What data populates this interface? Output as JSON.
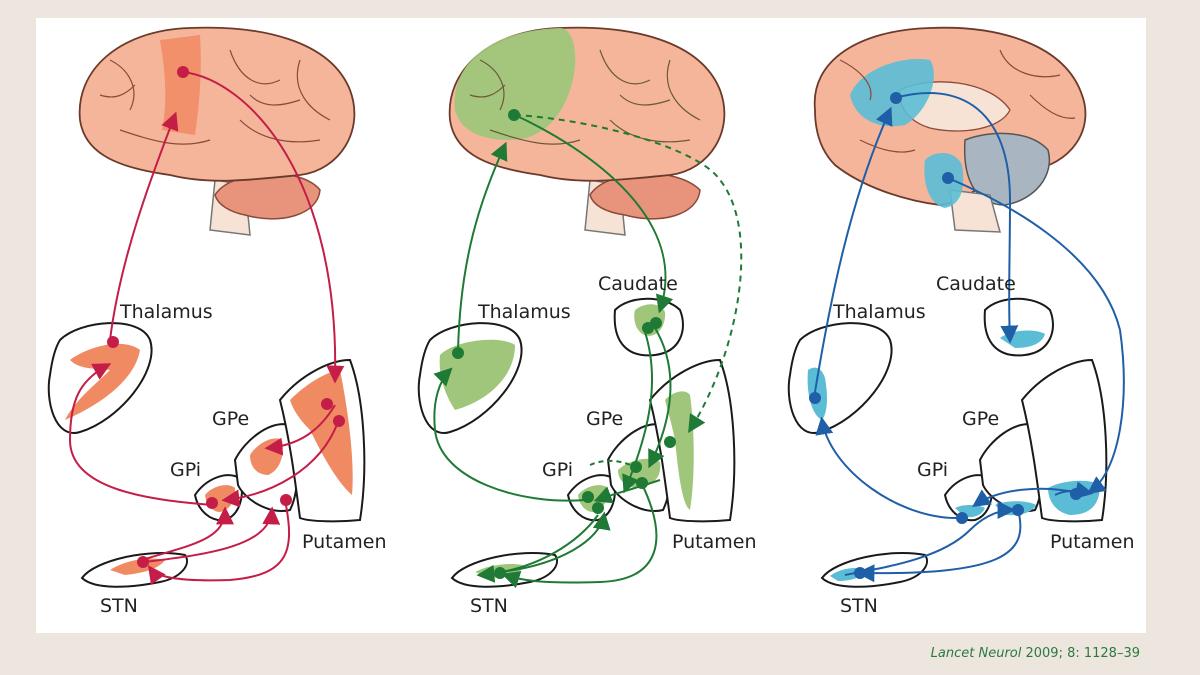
{
  "colors": {
    "background": "#ece6df",
    "panel": "#ffffff",
    "brain": "#f4b59b",
    "motor": "#e0224d",
    "motor_fill": "#f08a63",
    "associative": "#2a8a3e",
    "associative_fill": "#9fc67a",
    "limbic": "#2a6fb5",
    "limbic_fill": "#5bbcd6",
    "outline": "#1a1a1a"
  },
  "panels": [
    {
      "circuit": "motor",
      "labels": {
        "thalamus": "Thalamus",
        "gpe": "GPe",
        "gpi": "GPi",
        "putamen": "Putamen",
        "stn": "STN"
      }
    },
    {
      "circuit": "associative",
      "labels": {
        "caudate": "Caudate",
        "thalamus": "Thalamus",
        "gpe": "GPe",
        "gpi": "GPi",
        "putamen": "Putamen",
        "stn": "STN"
      }
    },
    {
      "circuit": "limbic",
      "labels": {
        "caudate": "Caudate",
        "thalamus": "Thalamus",
        "gpe": "GPe",
        "gpi": "GPi",
        "putamen": "Putamen",
        "stn": "STN"
      }
    }
  ],
  "citation": {
    "journal": "Lancet Neurol",
    "details": " 2009; 8: 1128–39"
  }
}
